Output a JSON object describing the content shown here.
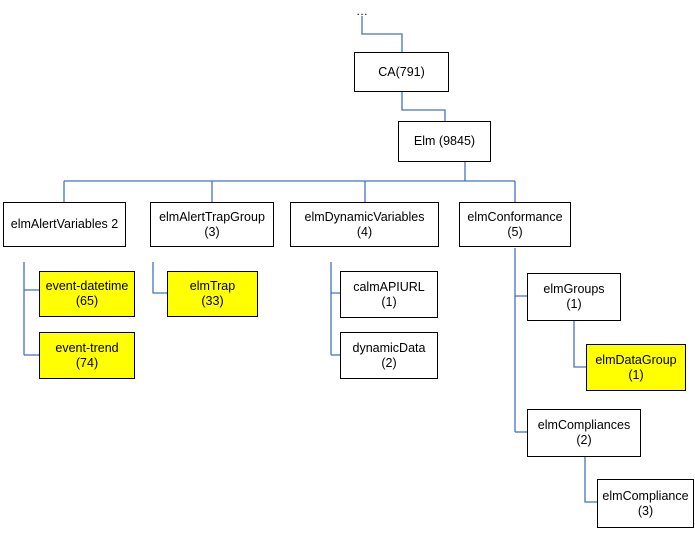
{
  "root_ellipsis": "…",
  "colors": {
    "link": "#4472c4",
    "highlight": "#ffff00",
    "border": "#000000"
  },
  "nodes": {
    "ca": {
      "line1": "CA(791)",
      "line2": ""
    },
    "elm": {
      "line1": "Elm (9845)",
      "line2": ""
    },
    "alertvars": {
      "line1": "elmAlertVariables 2",
      "line2": ""
    },
    "traggroup": {
      "line1": "elmAlertTrapGroup",
      "line2": "(3)"
    },
    "dynvars": {
      "line1": "elmDynamicVariables",
      "line2": "(4)"
    },
    "conform": {
      "line1": "elmConformance",
      "line2": "(5)"
    },
    "evdt": {
      "line1": "event-datetime",
      "line2": "(65)"
    },
    "evtrend": {
      "line1": "event-trend",
      "line2": "(74)"
    },
    "trap": {
      "line1": "elmTrap",
      "line2": "(33)"
    },
    "calmapi": {
      "line1": "calmAPIURL",
      "line2": "(1)"
    },
    "dyndata": {
      "line1": "dynamicData",
      "line2": "(2)"
    },
    "groups": {
      "line1": "elmGroups",
      "line2": "(1)"
    },
    "datagroup": {
      "line1": "elmDataGroup",
      "line2": "(1)"
    },
    "compls": {
      "line1": "elmCompliances",
      "line2": "(2)"
    },
    "compl": {
      "line1": "elmCompliance",
      "line2": "(3)"
    }
  }
}
